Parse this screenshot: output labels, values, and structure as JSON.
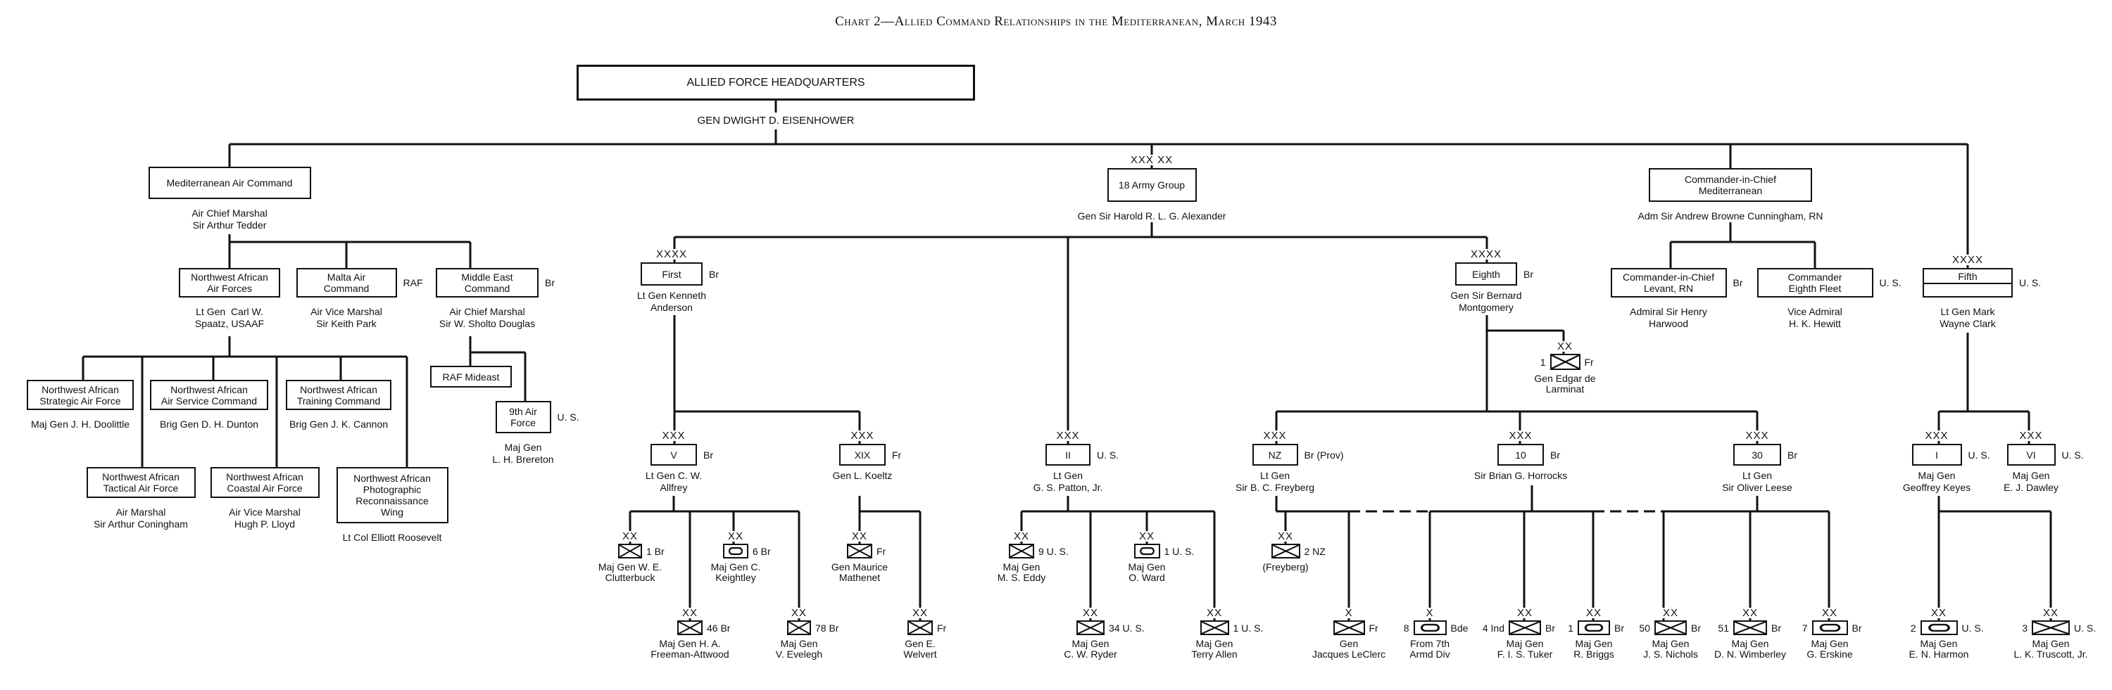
{
  "title": "Chart 2—Allied Command Relationships in the Mediterranean, March 1943",
  "hq": {
    "name": "ALLIED FORCE HEADQUARTERS",
    "commander": "GEN DWIGHT D. EISENHOWER"
  },
  "nodes": {
    "mac": {
      "name": [
        "Mediterranean Air Command"
      ],
      "commander": [
        "Air Chief Marshal",
        "Sir Arthur Tedder"
      ]
    },
    "ag18": {
      "echelon": "XXX XX",
      "name": [
        "18 Army Group"
      ],
      "commander": [
        "Gen Sir Harold R. L. G. Alexander"
      ]
    },
    "cincmed": {
      "name": [
        "Commander-in-Chief",
        "Mediterranean"
      ],
      "commander": [
        "Adm Sir Andrew Browne Cunningham, RN"
      ]
    },
    "fifth": {
      "echelon": "XXXX",
      "name": [
        "Fifth"
      ],
      "right": "U. S.",
      "commander": [
        "Lt Gen Mark",
        "Wayne Clark"
      ]
    },
    "naaf": {
      "name": [
        "Northwest African",
        "Air Forces"
      ],
      "commander": [
        "Lt Gen  Carl W.",
        "Spaatz, USAAF"
      ]
    },
    "malta": {
      "name": [
        "Malta Air",
        "Command"
      ],
      "right": "RAF",
      "commander": [
        "Air Vice Marshal",
        "Sir Keith Park"
      ]
    },
    "mec": {
      "name": [
        "Middle East",
        "Command"
      ],
      "right": "Br",
      "commander": [
        "Air Chief Marshal",
        "Sir W. Sholto Douglas"
      ]
    },
    "nasaf": {
      "name": [
        "Northwest African",
        "Strategic Air Force"
      ],
      "commander": [
        "Maj Gen J. H. Doolittle"
      ]
    },
    "naasc": {
      "name": [
        "Northwest African",
        "Air Service Command"
      ],
      "commander": [
        "Brig Gen D. H. Dunton"
      ]
    },
    "natc": {
      "name": [
        "Northwest African",
        "Training Command"
      ],
      "commander": [
        "Brig Gen J. K. Cannon"
      ]
    },
    "nataf": {
      "name": [
        "Northwest African",
        "Tactical Air Force"
      ],
      "commander": [
        "Air Marshal",
        "Sir Arthur Coningham"
      ]
    },
    "nacaf": {
      "name": [
        "Northwest African",
        "Coastal Air Force"
      ],
      "commander": [
        "Air Vice Marshal",
        "Hugh P. Lloyd"
      ]
    },
    "naprw": {
      "name": [
        "Northwest African",
        "Photographic",
        "Reconnaissance",
        "Wing"
      ],
      "commander": [
        "Lt Col Elliott Roosevelt"
      ]
    },
    "rafme": {
      "name": [
        "RAF Mideast"
      ]
    },
    "af9": {
      "name": [
        "9th Air",
        "Force"
      ],
      "right": "U. S.",
      "commander": [
        "Maj Gen",
        "L. H. Brereton"
      ]
    },
    "first": {
      "echelon": "XXXX",
      "name": [
        "First"
      ],
      "right": "Br",
      "commander": [
        "Lt Gen Kenneth",
        "Anderson"
      ]
    },
    "eighth": {
      "echelon": "XXXX",
      "name": [
        "Eighth"
      ],
      "right": "Br",
      "commander": [
        "Gen Sir Bernard",
        "Montgomery"
      ]
    },
    "v": {
      "echelon": "XXX",
      "name": [
        "V"
      ],
      "right": "Br",
      "commander": [
        "Lt Gen C. W.",
        "Allfrey"
      ]
    },
    "xix": {
      "echelon": "XXX",
      "name": [
        "XIX"
      ],
      "right": "Fr",
      "commander": [
        "Gen L. Koeltz"
      ]
    },
    "ii": {
      "echelon": "XXX",
      "name": [
        "II"
      ],
      "right": "U. S.",
      "commander": [
        "Lt Gen",
        "G. S. Patton, Jr."
      ]
    },
    "nz": {
      "echelon": "XXX",
      "name": [
        "NZ"
      ],
      "right": "Br  (Prov)",
      "commander": [
        "Lt Gen",
        "Sir B. C. Freyberg"
      ]
    },
    "c10": {
      "echelon": "XXX",
      "name": [
        "10"
      ],
      "right": "Br",
      "commander": [
        "Sir Brian G. Horrocks"
      ]
    },
    "c30": {
      "echelon": "XXX",
      "name": [
        "30"
      ],
      "right": "Br",
      "commander": [
        "Lt Gen",
        "Sir Oliver Leese"
      ]
    },
    "ci": {
      "echelon": "XXX",
      "name": [
        "I"
      ],
      "right": "U. S.",
      "commander": [
        "Maj Gen",
        "Geoffrey Keyes"
      ]
    },
    "cvi": {
      "echelon": "XXX",
      "name": [
        "VI"
      ],
      "right": "U. S.",
      "commander": [
        "Maj Gen",
        "E. J. Dawley"
      ]
    },
    "levant": {
      "name": [
        "Commander-in-Chief",
        "Levant, RN"
      ],
      "right": "Br",
      "commander": [
        "Admiral Sir Henry",
        "Harwood"
      ]
    },
    "fleet8": {
      "name": [
        "Commander",
        "Eighth Fleet"
      ],
      "right": "U. S.",
      "commander": [
        "Vice Admiral",
        "H. K. Hewitt"
      ]
    }
  },
  "units": {
    "d1br": {
      "echelon": "XX",
      "type": "infantry",
      "right": "1 Br",
      "commander": [
        "Maj Gen W. E.",
        "Clutterbuck"
      ]
    },
    "d6br": {
      "echelon": "XX",
      "type": "armored",
      "right": "6 Br",
      "commander": [
        "Maj Gen C.",
        "Keightley"
      ]
    },
    "d46": {
      "echelon": "XX",
      "type": "infantry",
      "right": "46 Br",
      "commander": [
        "Maj Gen H. A.",
        "Freeman-Attwood"
      ]
    },
    "d78": {
      "echelon": "XX",
      "type": "infantry",
      "right": "78 Br",
      "commander": [
        "Maj Gen",
        "V. Evelegh"
      ]
    },
    "dmath": {
      "echelon": "XX",
      "type": "infantry",
      "right": "Fr",
      "commander": [
        "Gen Maurice",
        "Mathenet"
      ]
    },
    "dwelv": {
      "echelon": "XX",
      "type": "infantry",
      "right": "Fr",
      "commander": [
        "Gen E.",
        "Welvert"
      ]
    },
    "d9us": {
      "echelon": "XX",
      "type": "infantry",
      "right": "9 U. S.",
      "commander": [
        "Maj Gen",
        "M. S. Eddy"
      ]
    },
    "d34": {
      "echelon": "XX",
      "type": "infantry",
      "right": "34 U. S.",
      "commander": [
        "Maj Gen",
        "C. W. Ryder"
      ]
    },
    "d1arm": {
      "echelon": "XX",
      "type": "armored",
      "right": "1 U. S.",
      "commander": [
        "Maj Gen",
        "O. Ward"
      ]
    },
    "d1inf": {
      "echelon": "XX",
      "type": "infantry",
      "right": "1 U. S.",
      "commander": [
        "Maj Gen",
        "Terry Allen"
      ]
    },
    "d1fr": {
      "echelon": "XX",
      "type": "infantry",
      "left": "1",
      "right": "Fr",
      "commander": [
        "Gen Edgar de",
        "Larminat"
      ]
    },
    "d2nz": {
      "echelon": "XX",
      "type": "infantry",
      "right": "2 NZ",
      "commander": [
        "(Freyberg)"
      ]
    },
    "leclerc": {
      "echelon": "X",
      "type": "infantry",
      "right": "Fr",
      "commander": [
        "Gen",
        "Jacques LeClerc"
      ]
    },
    "bde8": {
      "echelon": "X",
      "type": "armored",
      "left": "8",
      "right": "Bde",
      "commander": [
        "From 7th",
        "Armd Div"
      ]
    },
    "d4ind": {
      "echelon": "XX",
      "type": "infantry",
      "left": "4 Ind",
      "right": "Br",
      "commander": [
        "Maj Gen",
        "F. I. S. Tuker"
      ]
    },
    "d1brarm": {
      "echelon": "XX",
      "type": "armored",
      "left": "1",
      "right": "Br",
      "commander": [
        "Maj Gen",
        "R. Briggs"
      ]
    },
    "d50": {
      "echelon": "XX",
      "type": "infantry",
      "left": "50",
      "right": "Br",
      "commander": [
        "Maj Gen",
        "J. S. Nichols"
      ]
    },
    "d51": {
      "echelon": "XX",
      "type": "infantry",
      "left": "51",
      "right": "Br",
      "commander": [
        "Maj Gen",
        "D. N. Wimberley"
      ]
    },
    "d7": {
      "echelon": "XX",
      "type": "armored",
      "left": "7",
      "right": "Br",
      "commander": [
        "Maj Gen",
        "G. Erskine"
      ]
    },
    "d2us": {
      "echelon": "XX",
      "type": "armored",
      "left": "2",
      "right": "U. S.",
      "commander": [
        "Maj Gen",
        "E. N. Harmon"
      ]
    },
    "d3us": {
      "echelon": "XX",
      "type": "infantry",
      "left": "3",
      "right": "U. S.",
      "commander": [
        "Maj Gen",
        "L. K. Truscott, Jr."
      ]
    }
  }
}
